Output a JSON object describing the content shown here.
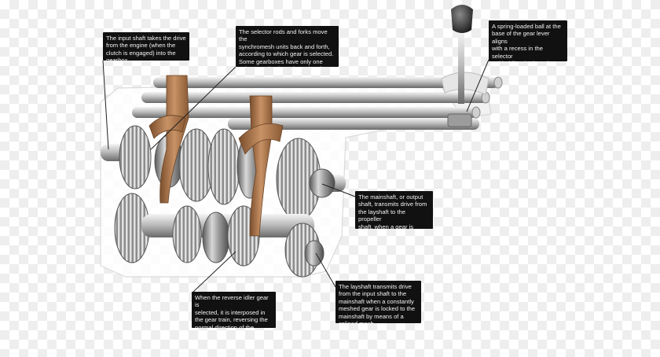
{
  "callouts": {
    "input_shaft": "The input shaft takes the drive\nfrom the engine (when the\nclutch is engaged) into the\ngearbox.",
    "selector_rods": "The selector rods and forks move the\nsynchromesh units back and forth,\naccording to which gear is selected.\nSome gearboxes have only one\nselector rod, others three; but the\nprinciple is the same.",
    "spring_ball": "A spring-loaded ball at the\nbase of the gear lever aligns\nwith a recess in the selector\nrod holding the lever in\nposition until the driver\nchanges gears.",
    "mainshaft": "The mainshaft, or output\nshaft, transmits drive from\nthe layshaft to the propeller\nshaft, when a gear is\nselected.",
    "layshaft": "The layshaft transmits drive\nfrom the input shaft to the\nmainshaft when a constantly\nmeshed gear is locked to the\nmainshaft by means of a\nsplined mesh.",
    "reverse_idler": "When the reverse idler gear is\nselected, it is interposed in\nthe gear train, reversing the\nnormal direction of the\nmainshaft."
  },
  "colors": {
    "callout_bg": "#111111",
    "callout_text": "#f2f2f2",
    "steel": "#b9b9b9",
    "steel_dark": "#6d6d6d",
    "fork_copper": "#b07a4c",
    "leader_line": "#222222"
  },
  "icons": {
    "gearbox": "gearbox-cutaway-illustration",
    "gear_lever": "gear-lever-knob"
  }
}
